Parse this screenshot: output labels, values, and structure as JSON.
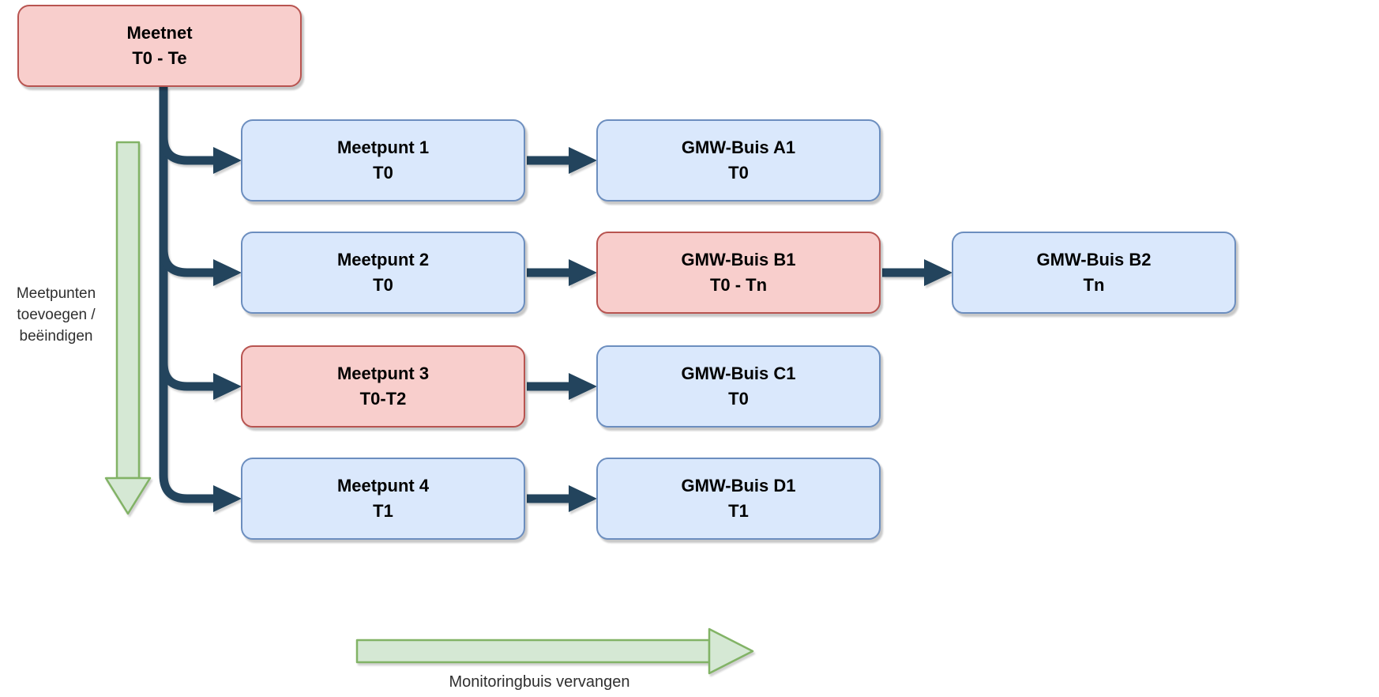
{
  "diagram": {
    "nodes": {
      "meetnet": {
        "label": "Meetnet",
        "period": "T0 - Te",
        "style": "red"
      },
      "meetpunt1": {
        "label": "Meetpunt 1",
        "period": "T0",
        "style": "blue"
      },
      "meetpunt2": {
        "label": "Meetpunt 2",
        "period": "T0",
        "style": "blue"
      },
      "meetpunt3": {
        "label": "Meetpunt 3",
        "period": "T0-T2",
        "style": "red"
      },
      "meetpunt4": {
        "label": "Meetpunt 4",
        "period": "T1",
        "style": "blue"
      },
      "gmw_a1": {
        "label": "GMW-Buis A1",
        "period": "T0",
        "style": "blue"
      },
      "gmw_b1": {
        "label": "GMW-Buis B1",
        "period": "T0 - Tn",
        "style": "red"
      },
      "gmw_b2": {
        "label": "GMW-Buis B2",
        "period": "Tn",
        "style": "blue"
      },
      "gmw_c1": {
        "label": "GMW-Buis C1",
        "period": "T0",
        "style": "blue"
      },
      "gmw_d1": {
        "label": "GMW-Buis D1",
        "period": "T1",
        "style": "blue"
      }
    },
    "annotations": {
      "left_arrow": {
        "lines": [
          "Meetpunten",
          "toevoegen /",
          "beëindigen"
        ]
      },
      "bottom_arrow": {
        "label": "Monitoringbuis vervangen"
      }
    },
    "colors": {
      "node_blue_fill": "#dae8fc",
      "node_blue_border": "#6c8ebf",
      "node_red_fill": "#f8cecc",
      "node_red_border": "#b85450",
      "arrow_green_fill": "#d5e8d4",
      "arrow_green_border": "#82b366",
      "connector": "#23445d",
      "background": "#ffffff",
      "text": "#000000"
    }
  }
}
